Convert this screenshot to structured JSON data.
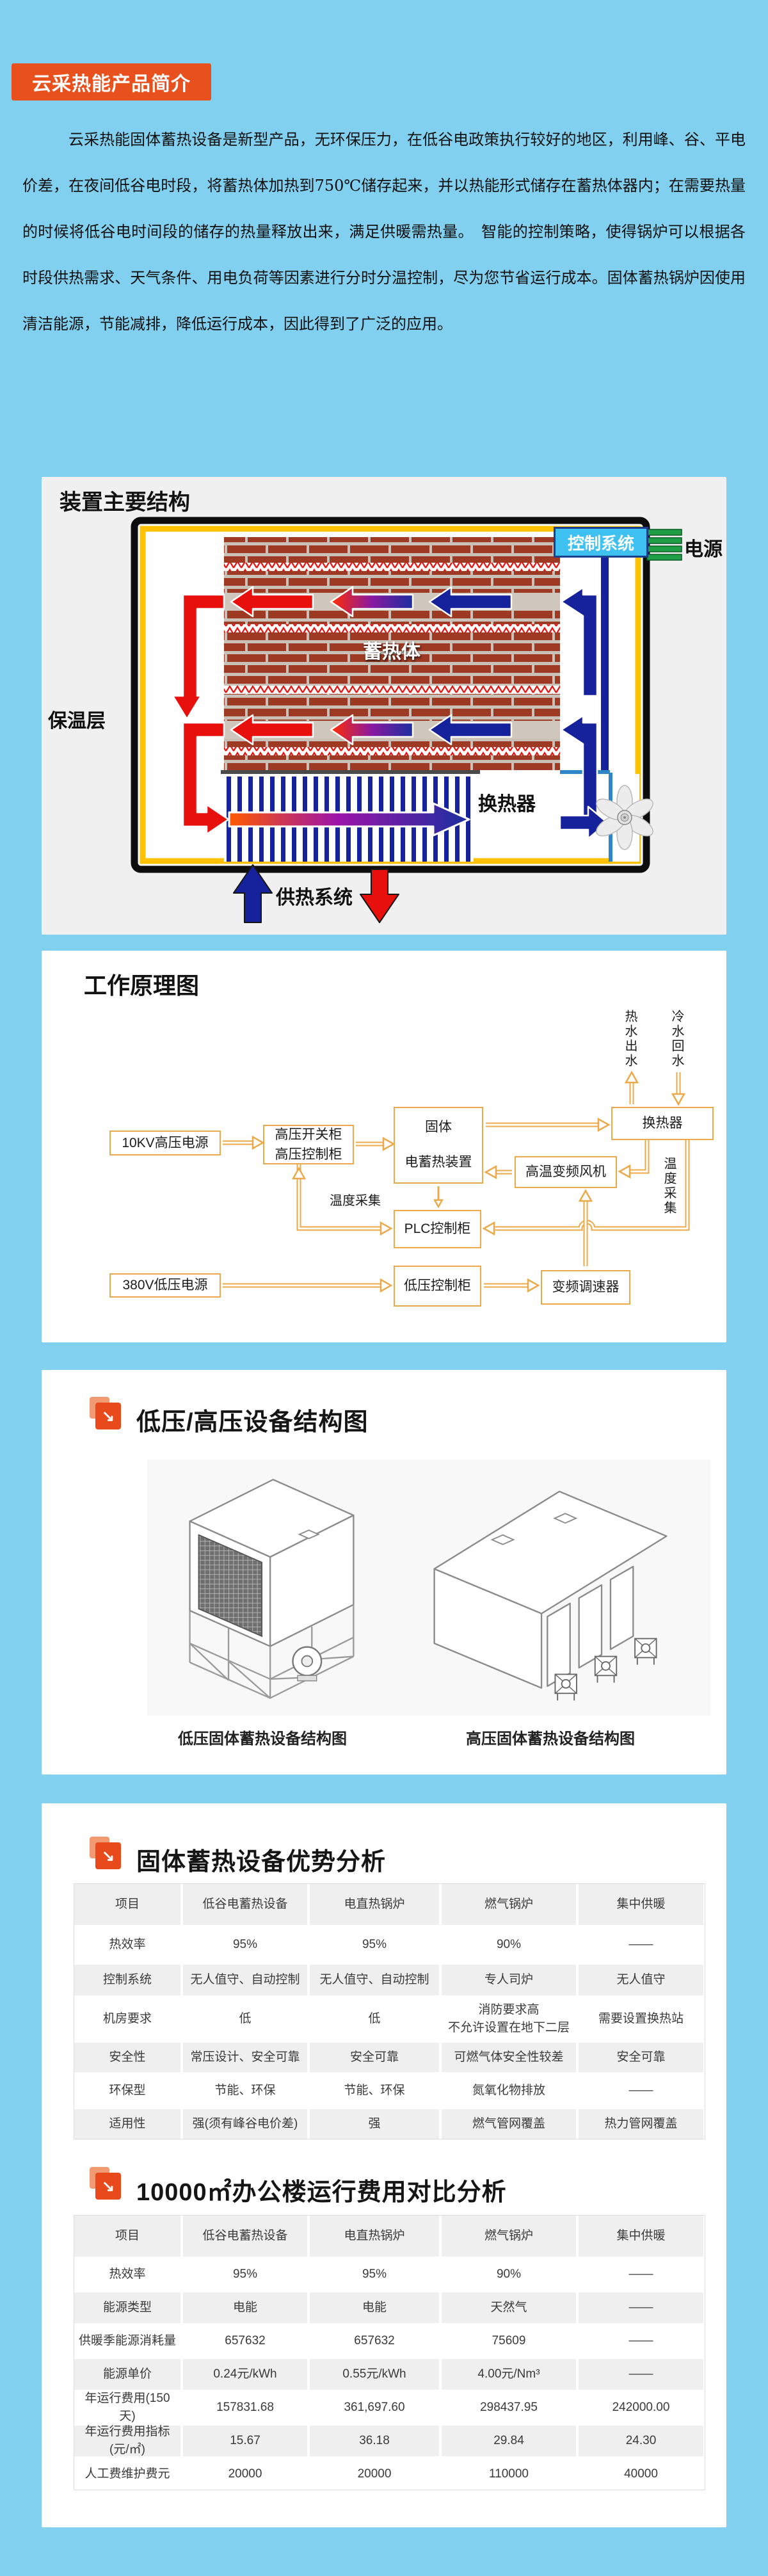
{
  "banner": {
    "label": "云采热能产品简介"
  },
  "intro": {
    "text": "云采热能固体蓄热设备是新型产品，无环保压力，在低谷电政策执行较好的地区，利用峰、谷、平电价差，在夜间低谷电时段，将蓄热体加热到750℃储存起来，并以热能形式储存在蓄热体器内；在需要热量的时候将低谷电时间段的储存的热量释放出来，满足供暖需热量。　智能的控制策略，使得锅炉可以根据各时段供热需求、天气条件、用电负荷等因素进行分时分温控制，尽为您节省运行成本。固体蓄热锅炉因使用清洁能源，节能减排，降低运行成本，因此得到了广泛的应用。"
  },
  "structure": {
    "title": "装置主要结构",
    "labels": {
      "insulation": "保温层",
      "storage": "蓄热体",
      "control": "控制系统",
      "power": "电源",
      "exchanger": "换热器",
      "supply": "供热系统"
    }
  },
  "principle": {
    "title": "工作原理图",
    "boxes": {
      "hv_power": "10KV高压电源",
      "hv_cabinet": "高压开关柜\n高压控制柜",
      "storage": "固体\n电蓄热装置",
      "exchanger": "换热器",
      "fan": "高温变频风机",
      "plc": "PLC控制柜",
      "lv_cabinet": "低压控制柜",
      "vfd": "变频调速器",
      "lv_power": "380V低压电源"
    },
    "labels": {
      "hot_out": "热水出水",
      "cold_return": "冷水回水",
      "temp_collect_1": "温度采集",
      "temp_collect_2": "温度采集"
    }
  },
  "equipment": {
    "title": "低压/高压设备结构图",
    "captions": [
      "低压固体蓄热设备结构图",
      "高压固体蓄热设备结构图"
    ]
  },
  "advantage": {
    "title": "固体蓄热设备优势分析",
    "table": {
      "header": [
        "项目",
        "低谷电蓄热设备",
        "电直热锅炉",
        "燃气锅炉",
        "集中供暖"
      ],
      "rows": [
        [
          "热效率",
          "95%",
          "95%",
          "90%",
          "——"
        ],
        [
          "控制系统",
          "无人值守、自动控制",
          "无人值守、自动控制",
          "专人司炉",
          "无人值守"
        ],
        [
          "机房要求",
          "低",
          "低",
          "消防要求高\n不允许设置在地下二层",
          "需要设置换热站"
        ],
        [
          "安全性",
          "常压设计、安全可靠",
          "安全可靠",
          "可燃气体安全性较差",
          "安全可靠"
        ],
        [
          "环保型",
          "节能、环保",
          "节能、环保",
          "氮氧化物排放",
          "——"
        ],
        [
          "适用性",
          "强(须有峰谷电价差)",
          "强",
          "燃气管网覆盖",
          "热力管网覆盖"
        ]
      ]
    }
  },
  "cost": {
    "title": "10000㎡办公楼运行费用对比分析",
    "table": {
      "header": [
        "项目",
        "低谷电蓄热设备",
        "电直热锅炉",
        "燃气锅炉",
        "集中供暖"
      ],
      "rows": [
        [
          "热效率",
          "95%",
          "95%",
          "90%",
          "——"
        ],
        [
          "能源类型",
          "电能",
          "电能",
          "天然气",
          "——"
        ],
        [
          "供暖季能源消耗量",
          "657632",
          "657632",
          "75609",
          "——"
        ],
        [
          "能源单价",
          "0.24元/kWh",
          "0.55元/kWh",
          "4.00元/Nm³",
          "——"
        ],
        [
          "年运行费用(150天)",
          "157831.68",
          "361,697.60",
          "298437.95",
          "242000.00"
        ],
        [
          "年运行费用指标(元/㎡)",
          "15.67",
          "36.18",
          "29.84",
          "24.30"
        ],
        [
          "人工费维护费元",
          "20000",
          "20000",
          "110000",
          "40000"
        ]
      ]
    }
  },
  "icons": {
    "section_badge": "↘"
  },
  "colors": {
    "page_bg": "#82d0f0",
    "banner_bg": "#e8511d",
    "card_gray": "#f0f0f0",
    "accent_orange": "#e84a1c",
    "flow_orange": "#eca949",
    "table_gray": "#efefef",
    "navy": "#16219c",
    "red": "#e8100c",
    "yellow": "#ffc100",
    "cyan": "#3ec1f1",
    "green": "#1f9e46"
  }
}
